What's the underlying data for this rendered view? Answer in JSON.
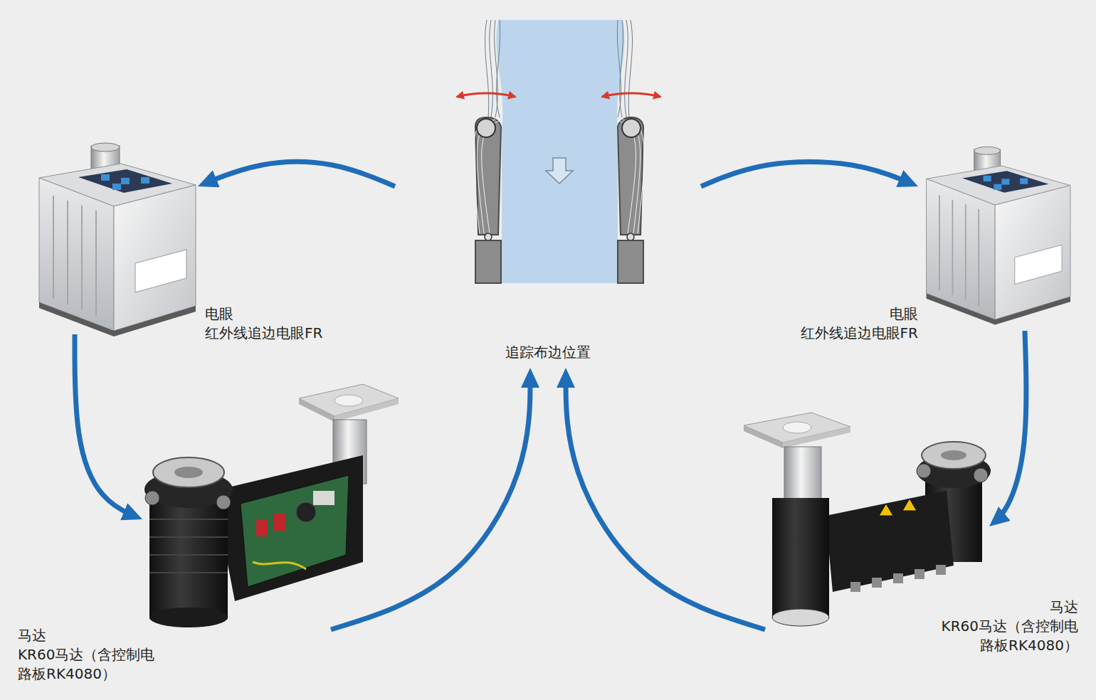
{
  "diagram": {
    "nodes": [
      {
        "text": [
          "追踪布边位置"
        ]
      },
      {
        "text": [
          "电眼",
          "红外线追边电眼FR"
        ]
      },
      {
        "text": [
          "电眼",
          "红外线追边电眼FR"
        ]
      },
      {
        "text": [
          "马达",
          "KR60马达（含控制电 路板RK4080）"
        ]
      },
      {
        "text": [
          "马达",
          "KR60马达（含控制电 路板RK4080）"
        ]
      }
    ],
    "edges": [
      {
        "from": 0,
        "to": 1,
        "arrow": "to"
      },
      {
        "from": 0,
        "to": 2,
        "arrow": "to"
      },
      {
        "from": 1,
        "to": 3,
        "arrow": "to"
      },
      {
        "from": 2,
        "to": 4,
        "arrow": "to"
      },
      {
        "from": 3,
        "to": 0,
        "arrow": "to"
      },
      {
        "from": 4,
        "to": 0,
        "arrow": "to"
      }
    ]
  }
}
